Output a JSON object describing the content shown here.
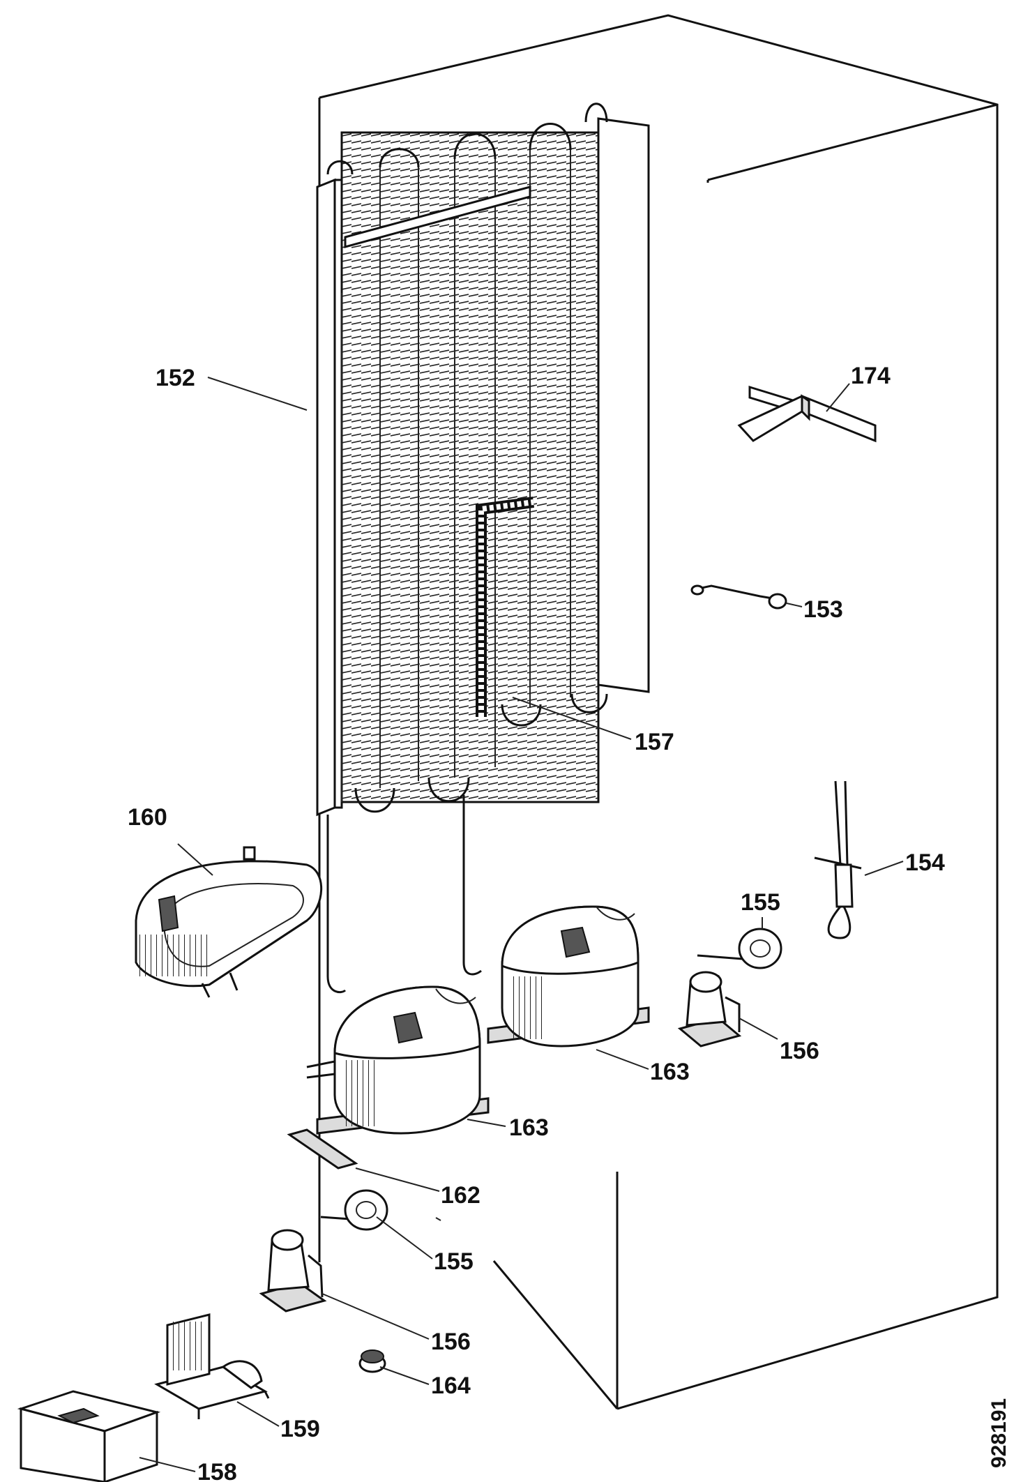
{
  "figure_number": "928191",
  "parts": [
    {
      "id": "p152",
      "label": "152",
      "name": "condenser"
    },
    {
      "id": "p174",
      "label": "174",
      "name": "bracket"
    },
    {
      "id": "p153",
      "label": "153",
      "name": "clip"
    },
    {
      "id": "p157",
      "label": "157",
      "name": "drier-filter"
    },
    {
      "id": "p160",
      "label": "160",
      "name": "drip-tray"
    },
    {
      "id": "p154",
      "label": "154",
      "name": "cable-tie"
    },
    {
      "id": "p155a",
      "label": "155",
      "name": "overload-relay-right"
    },
    {
      "id": "p156a",
      "label": "156",
      "name": "start-relay-right"
    },
    {
      "id": "p163a",
      "label": "163",
      "name": "compressor-right"
    },
    {
      "id": "p163b",
      "label": "163",
      "name": "compressor-left"
    },
    {
      "id": "p162",
      "label": "162",
      "name": "mounting-plate"
    },
    {
      "id": "p155b",
      "label": "155",
      "name": "overload-relay-left"
    },
    {
      "id": "p156b",
      "label": "156",
      "name": "start-relay-left"
    },
    {
      "id": "p164",
      "label": "164",
      "name": "grommet"
    },
    {
      "id": "p159",
      "label": "159",
      "name": "relay-bracket"
    },
    {
      "id": "p158",
      "label": "158",
      "name": "relay-cover"
    }
  ]
}
